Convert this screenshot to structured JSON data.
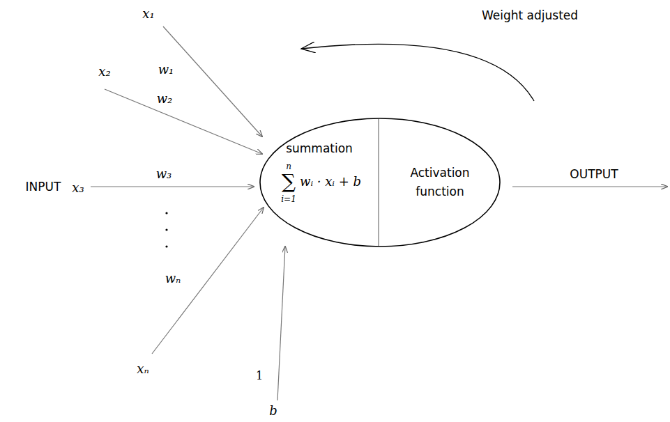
{
  "diagram": {
    "nodes": [
      {
        "text": [
          "summation",
          "n",
          "∑",
          "i=1",
          "wᵢ · xᵢ + b",
          "Activation function"
        ]
      }
    ],
    "labels": [
      "Weight adjusted",
      "x₁",
      "w₁",
      "x₂",
      "w₂",
      "INPUT",
      "x₃",
      "w₃",
      "OUTPUT",
      "wₙ",
      "xₙ",
      "1",
      "b"
    ]
  }
}
